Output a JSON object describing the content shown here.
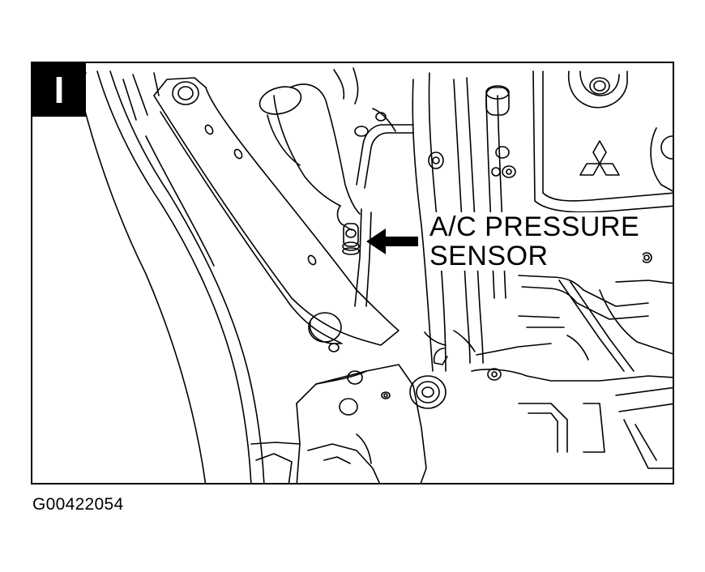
{
  "figure": {
    "badge_label": "I",
    "callout": {
      "line1": "A/C PRESSURE",
      "line2": "SENSOR"
    },
    "figure_code": "G00422054"
  },
  "colors": {
    "ink": "#000000",
    "paper": "#ffffff"
  },
  "icons": {
    "logo": "three-diamond-logo-icon",
    "pointer": "arrow-left-icon"
  }
}
